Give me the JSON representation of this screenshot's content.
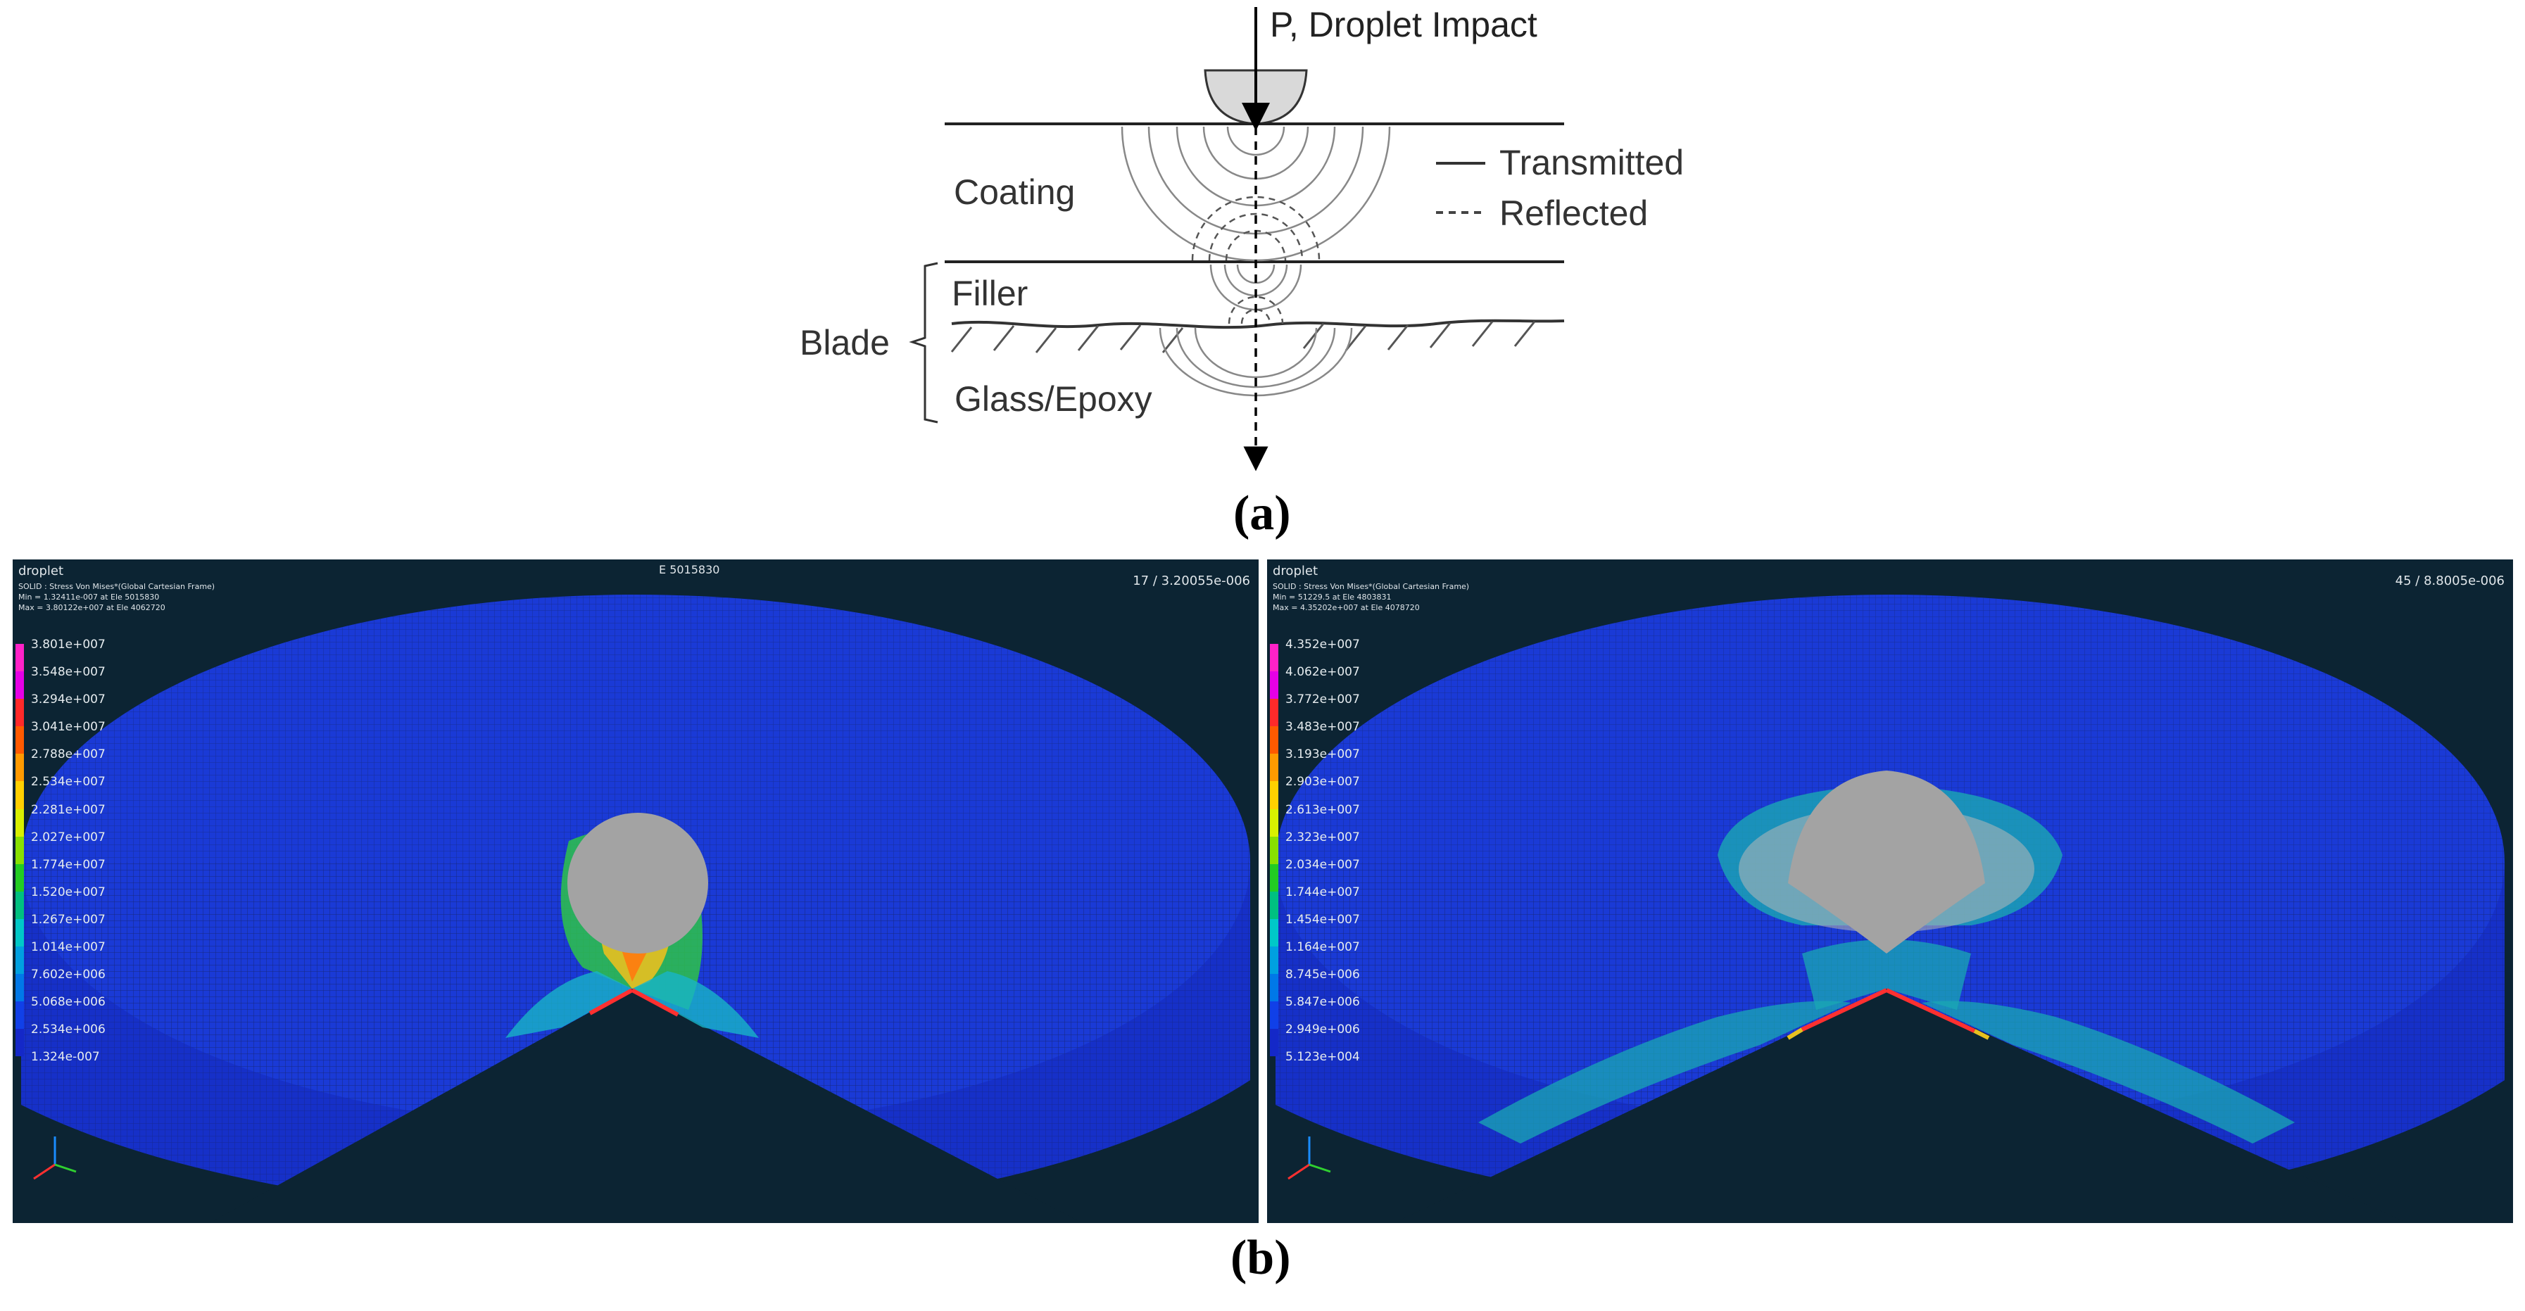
{
  "figure_a": {
    "caption": "(a)",
    "load_label": "P, Droplet Impact",
    "layers": {
      "coating": "Coating",
      "filler": "Filler",
      "glass_epoxy": "Glass/Epoxy"
    },
    "blade_label": "Blade",
    "legend": {
      "transmitted": "Transmitted",
      "reflected": "Reflected"
    }
  },
  "figure_b": {
    "caption": "(b)",
    "panels": [
      {
        "model_name": "droplet",
        "result_line": "SOLID : Stress Von Mises*(Global Cartesian Frame)",
        "min_line": "Min = 1.32411e-007  at  Ele 5015830",
        "max_line": "Max = 3.80122e+007  at  Ele 4062720",
        "frame_label": "17 / 3.20055e-006",
        "marker_label": "E 5015830",
        "legend_values": [
          "3.801e+007",
          "3.548e+007",
          "3.294e+007",
          "3.041e+007",
          "2.788e+007",
          "2.534e+007",
          "2.281e+007",
          "2.027e+007",
          "1.774e+007",
          "1.520e+007",
          "1.267e+007",
          "1.014e+007",
          "7.602e+006",
          "5.068e+006",
          "2.534e+006",
          "1.324e-007"
        ]
      },
      {
        "model_name": "droplet",
        "result_line": "SOLID : Stress Von Mises*(Global Cartesian Frame)",
        "min_line": "Min = 51229.5  at  Ele 4803831",
        "max_line": "Max = 4.35202e+007  at  Ele 4078720",
        "frame_label": "45 / 8.8005e-006",
        "marker_label": "",
        "legend_values": [
          "4.352e+007",
          "4.062e+007",
          "3.772e+007",
          "3.483e+007",
          "3.193e+007",
          "2.903e+007",
          "2.613e+007",
          "2.323e+007",
          "2.034e+007",
          "1.744e+007",
          "1.454e+007",
          "1.164e+007",
          "8.745e+006",
          "5.847e+006",
          "2.949e+006",
          "5.123e+004"
        ]
      }
    ],
    "colormap": [
      "#ff22c8",
      "#e600e6",
      "#ff2a2a",
      "#ff5a00",
      "#ff9a00",
      "#ffd000",
      "#d8f000",
      "#88e000",
      "#22cc22",
      "#00c080",
      "#00c8c8",
      "#00a0e0",
      "#0078e8",
      "#1040e8",
      "#1428c8"
    ]
  }
}
